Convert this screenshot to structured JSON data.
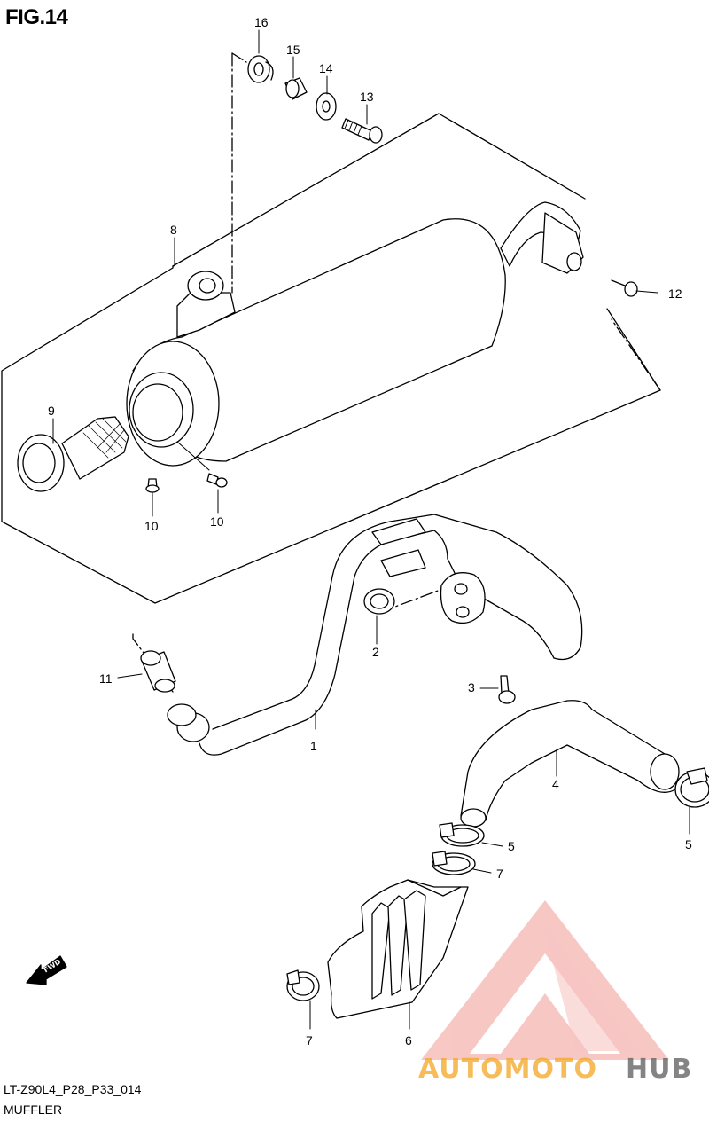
{
  "figure": {
    "title": "FIG.14",
    "code": "LT-Z90L4_P28_P33_014",
    "name": "MUFFLER",
    "direction_label": "FWD"
  },
  "callouts": [
    "1",
    "2",
    "3",
    "4",
    "5",
    "5",
    "6",
    "7",
    "7",
    "8",
    "9",
    "10",
    "10",
    "11",
    "12",
    "13",
    "14",
    "15",
    "16"
  ],
  "watermark": {
    "part1": "AUTOMOTO",
    "part2": "HUB",
    "color1": "#f5a623",
    "color2": "#777777",
    "triangle_color": "#e8322b"
  },
  "colors": {
    "line": "#000000",
    "fill": "#ffffff",
    "shade": "#e0e0e0"
  }
}
